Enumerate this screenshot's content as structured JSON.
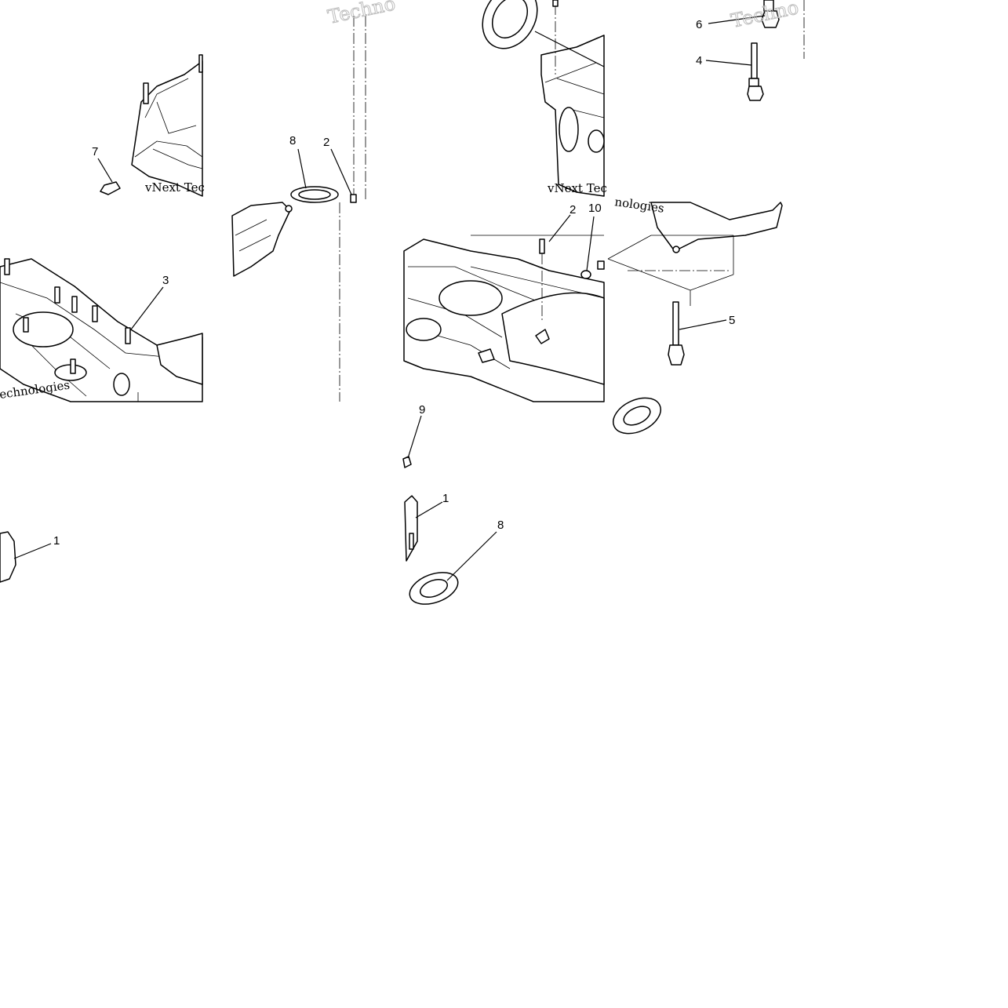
{
  "callouts": {
    "c1a": "1",
    "c1b": "1",
    "c2a": "2",
    "c2b": "2",
    "c3": "3",
    "c4": "4",
    "c5": "5",
    "c6": "6",
    "c7": "7",
    "c8a": "8",
    "c8b": "8",
    "c9": "9",
    "c10": "10"
  },
  "watermarks": {
    "w1": "vNext Tec",
    "w2": "vNext Tec",
    "w3": "nologies",
    "w4": "echnologies",
    "w5": "Techno",
    "w6": "Techno"
  }
}
